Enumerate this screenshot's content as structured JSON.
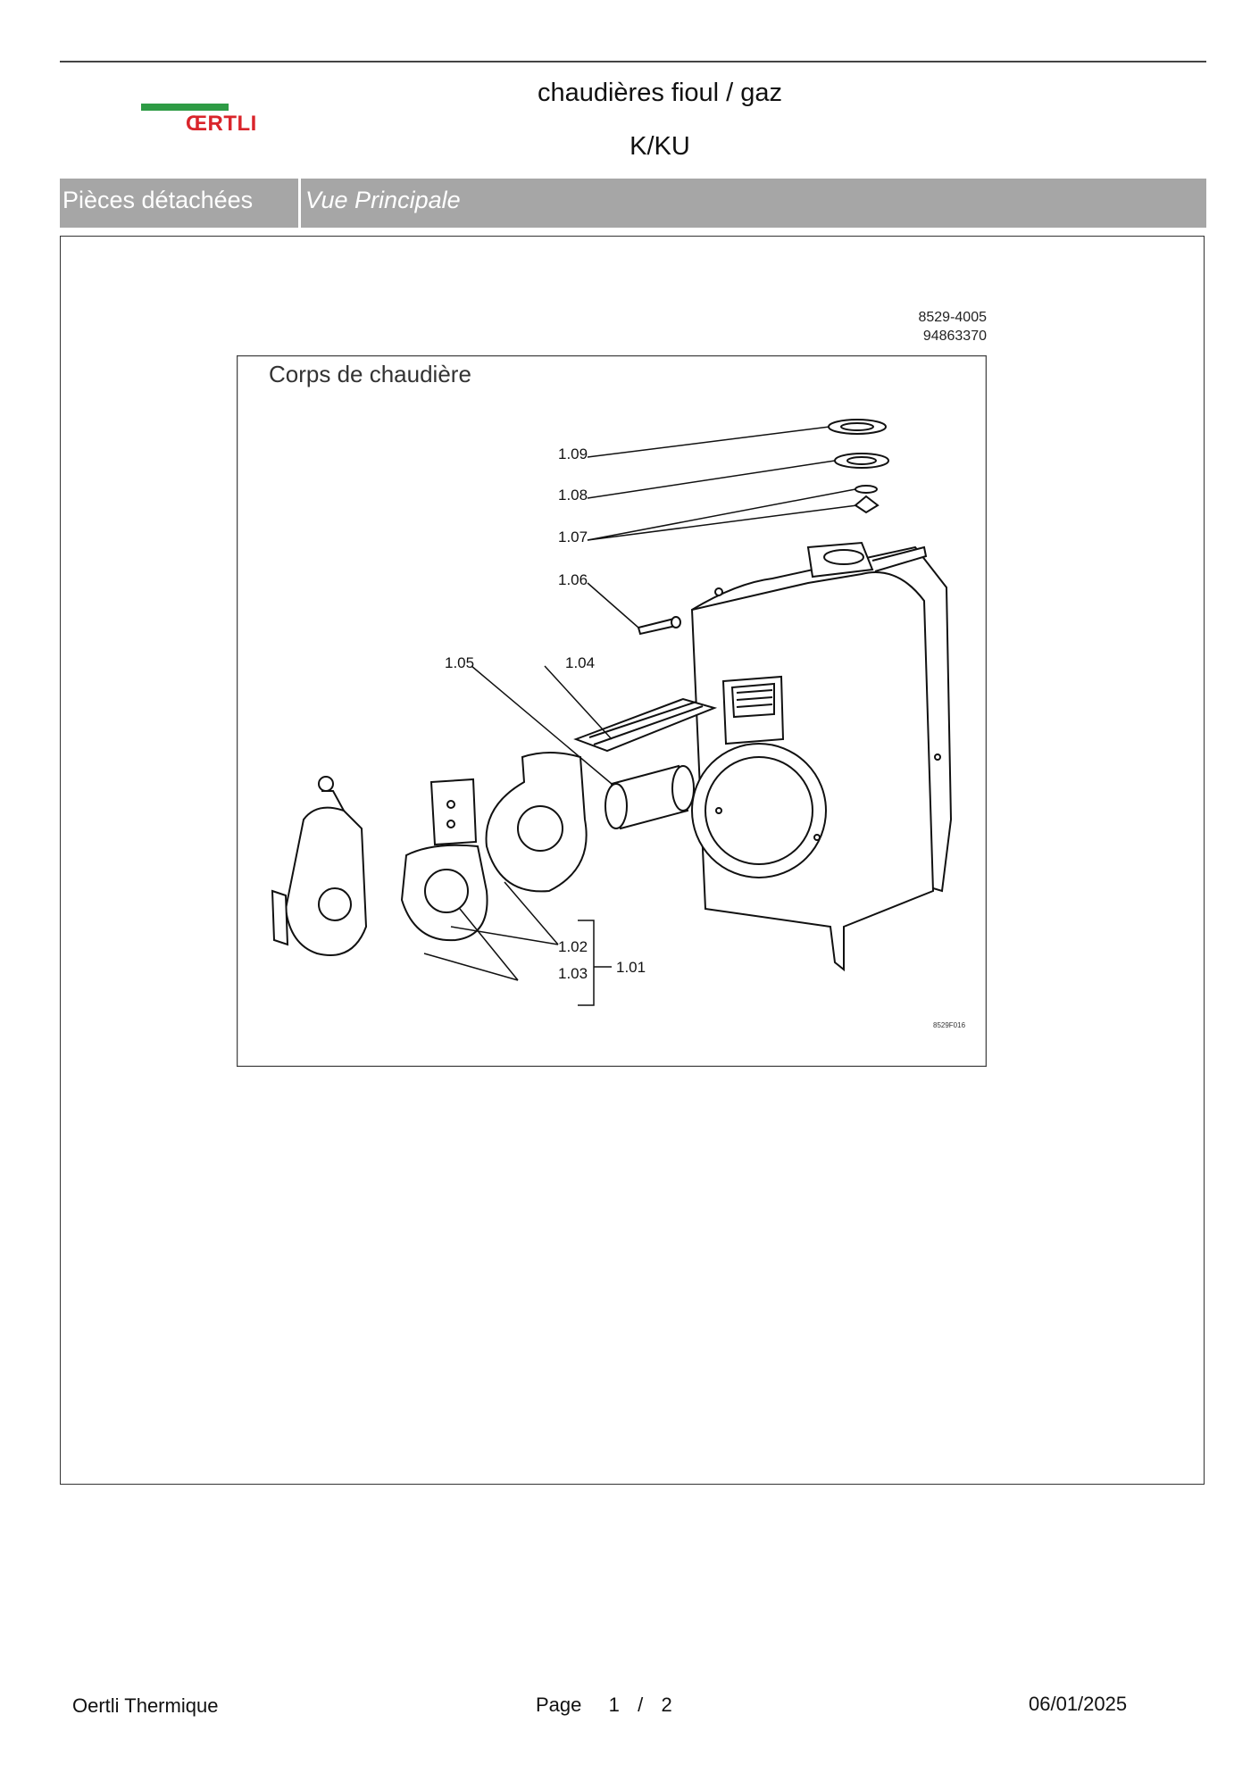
{
  "header": {
    "brand": "ŒRTLI",
    "title": "chaudières fioul / gaz",
    "subtitle": "K/KU"
  },
  "section_bar": {
    "section": "Pièces détachées",
    "view": "Vue Principale"
  },
  "figure": {
    "ref_code_1": "8529-4005",
    "ref_code_2": "94863370",
    "caption": "Corps de chaudière",
    "drawing_code": "8529F016",
    "callouts": {
      "p101": "1.01",
      "p102": "1.02",
      "p103": "1.03",
      "p104": "1.04",
      "p105": "1.05",
      "p106": "1.06",
      "p107": "1.07",
      "p108": "1.08",
      "p109": "1.09"
    }
  },
  "footer": {
    "company": "Oertli Thermique",
    "page_label": "Page",
    "page_current": "1",
    "page_separator": "/",
    "page_total": "2",
    "date": "06/01/2025"
  },
  "colors": {
    "brand_green": "#2e9b45",
    "brand_red": "#d9252b",
    "bar_grey": "#a6a6a6"
  }
}
